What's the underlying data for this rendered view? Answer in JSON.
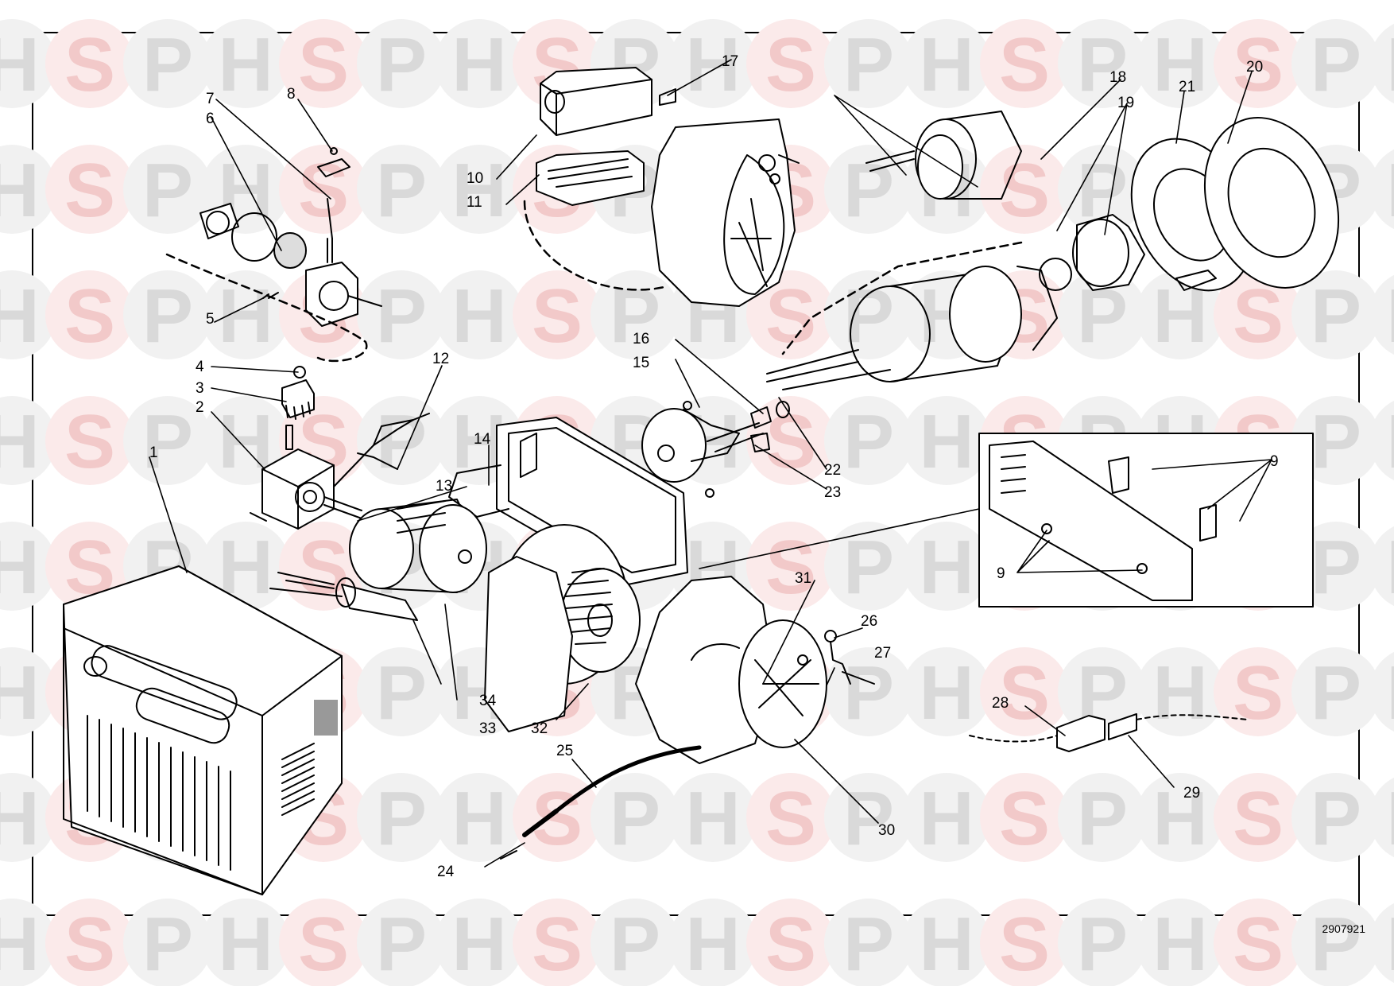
{
  "diagram": {
    "drawing_number": "2907921",
    "watermark": {
      "letters": [
        "H",
        "S",
        "P"
      ],
      "colors": {
        "H": "#d9d9d9",
        "S": "#f2c9c9",
        "P": "#d9d9d9"
      }
    },
    "callouts": [
      "1",
      "2",
      "3",
      "4",
      "5",
      "6",
      "7",
      "8",
      "9",
      "10",
      "11",
      "12",
      "13",
      "14",
      "15",
      "16",
      "17",
      "18",
      "19",
      "20",
      "21",
      "22",
      "23",
      "24",
      "25",
      "26",
      "27",
      "28",
      "29",
      "30",
      "31",
      "32",
      "33",
      "34"
    ]
  }
}
